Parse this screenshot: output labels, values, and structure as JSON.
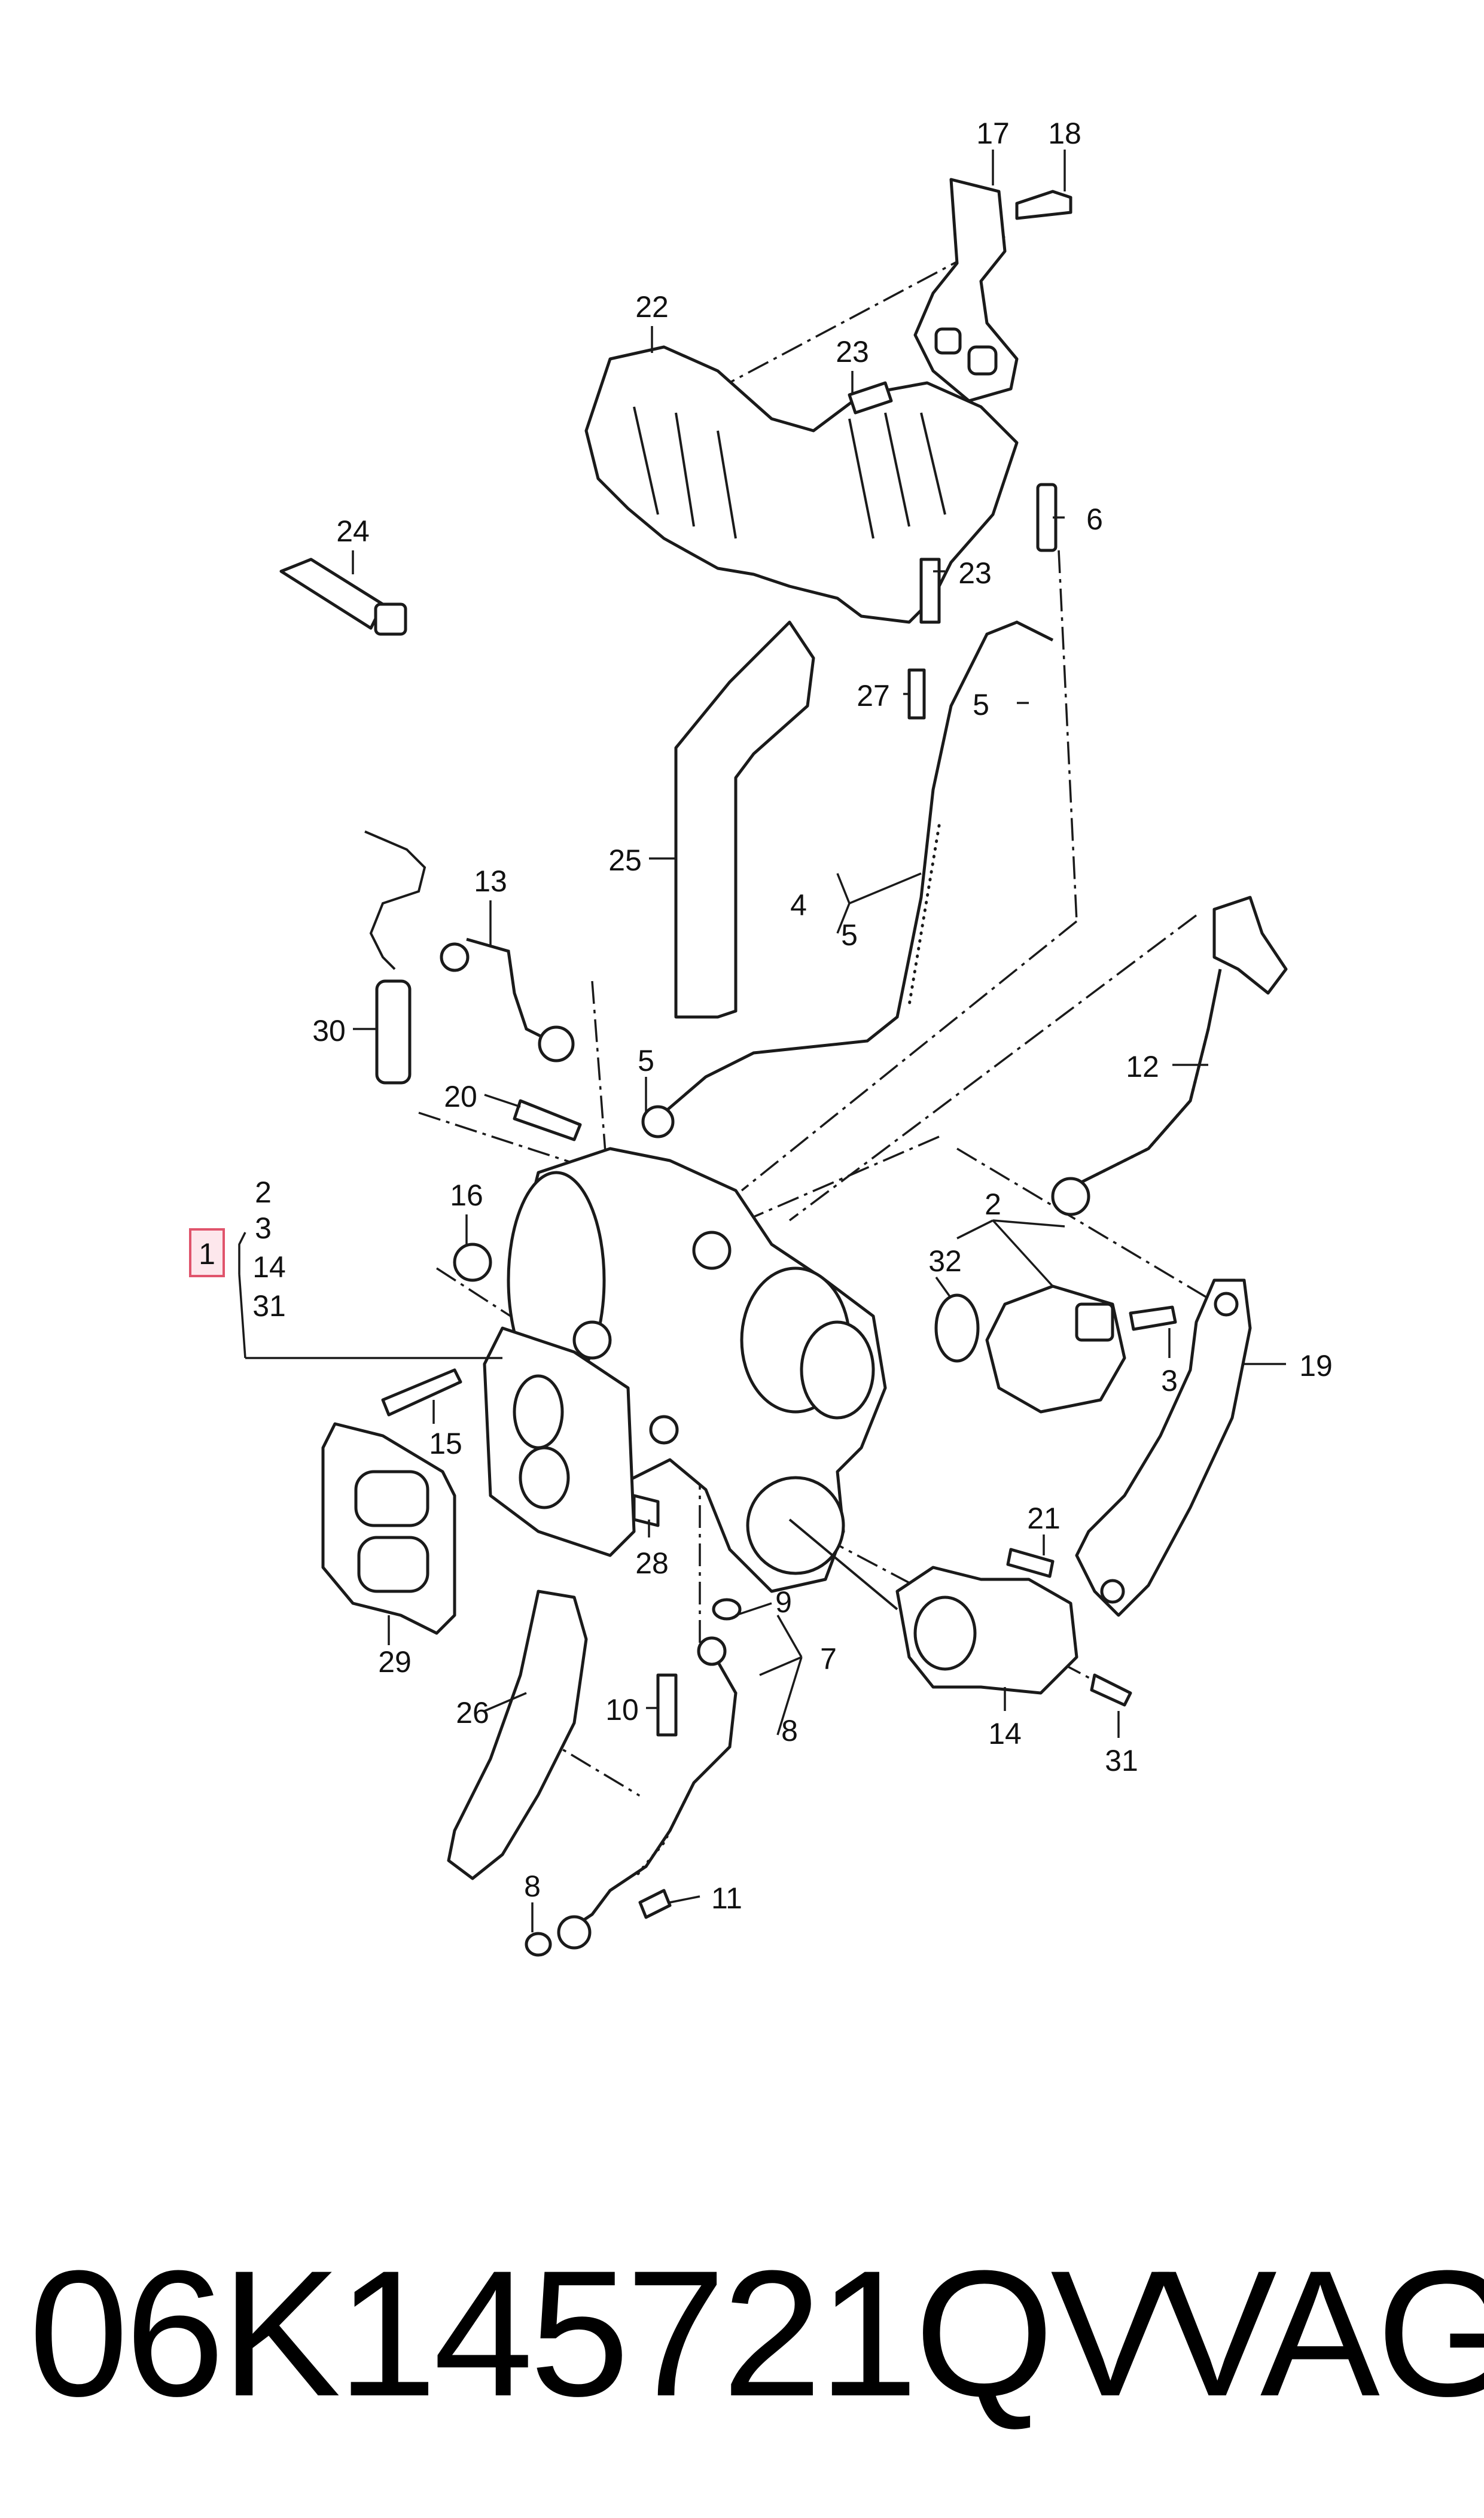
{
  "diagram": {
    "callouts": {
      "c1": "1",
      "c2a": "2",
      "c2b": "2",
      "c3a": "3",
      "c3b": "3",
      "c4": "4",
      "c5a": "5",
      "c5b": "5",
      "c5c": "5",
      "c6": "6",
      "c7": "7",
      "c8a": "8",
      "c8b": "8",
      "c9": "9",
      "c10": "10",
      "c11": "11",
      "c12": "12",
      "c13": "13",
      "c14a": "14",
      "c14b": "14",
      "c15": "15",
      "c16": "16",
      "c17": "17",
      "c18": "18",
      "c19": "19",
      "c20": "20",
      "c21": "21",
      "c22": "22",
      "c23a": "23",
      "c23b": "23",
      "c24": "24",
      "c25": "25",
      "c26": "26",
      "c27": "27",
      "c28": "28",
      "c29": "29",
      "c30": "30",
      "c31a": "31",
      "c31b": "31",
      "c32": "32"
    },
    "highlight_color": "#e0546c"
  },
  "footer": {
    "part_number": "06K145721QV",
    "brand": "VAG"
  }
}
